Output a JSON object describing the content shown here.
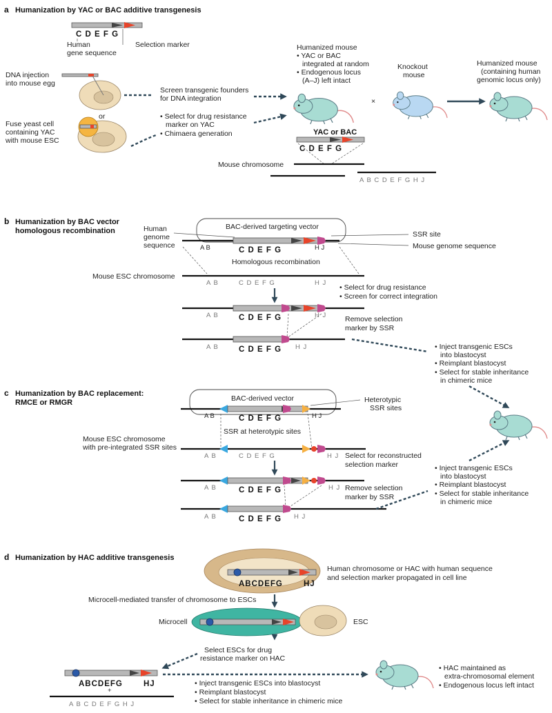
{
  "panel_a": {
    "letter": "a",
    "title": "Humanization by YAC or BAC additive transgenesis",
    "gene_letters": "C D E F G",
    "human_gene_label_1": "Human",
    "human_gene_label_2": "gene sequence",
    "selection_marker": "Selection marker",
    "dna_injection_1": "DNA injection",
    "dna_injection_2": "into mouse egg",
    "or": "or",
    "fuse_1": "Fuse yeast cell",
    "fuse_2": "containing YAC",
    "fuse_3": "with mouse ESC",
    "screen_1": "Screen transgenic founders",
    "screen_2": "for DNA integration",
    "select_1": "• Select for drug resistance",
    "select_2": "marker on YAC",
    "select_3": "• Chimaera generation",
    "hm_title": "Humanized mouse",
    "hm_b1": "• YAC or BAC",
    "hm_b2": "integrated at random",
    "hm_b3": "• Endogenous locus",
    "hm_b4": "(A–J) left intact",
    "knockout_1": "Knockout",
    "knockout_2": "mouse",
    "cross": "×",
    "final_1": "Humanized mouse",
    "final_2": "(containing human",
    "final_3": "genomic locus only)",
    "yac_bac": "YAC or BAC",
    "mouse_chromosome": "Mouse chromosome",
    "endogenous_letters": "A B C D E F G H J"
  },
  "panel_b": {
    "letter": "b",
    "title_1": "Humanization by BAC vector",
    "title_2": "homologous recombination",
    "vector_label": "BAC-derived targeting vector",
    "human_1": "Human",
    "human_2": "genome",
    "human_3": "sequence",
    "ssr_site": "SSR site",
    "mouse_genome": "Mouse genome sequence",
    "homologous": "Homologous recombination",
    "esc_chromosome": "Mouse ESC chromosome",
    "select_drug": "• Select for drug resistance",
    "screen_correct": "• Screen for correct integration",
    "remove_1": "Remove selection",
    "remove_2": "marker by SSR",
    "ab": "A B",
    "hj": "H J",
    "cdefg_bold": "C D E F G",
    "cdefg_grey": "C D E F G"
  },
  "inject_block": {
    "b1": "• Inject transgenic ESCs",
    "b2": "into blastocyst",
    "b3": "• Reimplant blastocyst",
    "b4": "• Select for stable inheritance",
    "b5": "in chimeric mice"
  },
  "panel_c": {
    "letter": "c",
    "title_1": "Humanization by BAC replacement:",
    "title_2": "RMCE or RMGR",
    "vector_label": "BAC-derived vector",
    "hetero_1": "Heterotypic",
    "hetero_2": "SSR sites",
    "ssr_hetero": "SSR at heterotypic sites",
    "esc_1": "Mouse ESC chromosome",
    "esc_2": "with pre-integrated SSR sites",
    "recon_1": "Select for reconstructed",
    "recon_2": "selection marker",
    "remove_1": "Remove selection",
    "remove_2": "marker by SSR"
  },
  "panel_d": {
    "letter": "d",
    "title": "Humanization by HAC additive transgenesis",
    "hac_letters_1": "ABCDEFG",
    "hac_letters_2": "HJ",
    "hac_desc_1": "Human chromosome or HAC with human sequence",
    "hac_desc_2": "and selection marker propagated in cell line",
    "microcell_transfer": "Microcell-mediated transfer of chromosome to ESCs",
    "microcell": "Microcell",
    "esc": "ESC",
    "select_esc_1": "Select ESCs for drug",
    "select_esc_2": "resistance marker on HAC",
    "plus": "+",
    "endogenous": "A B C D E F G H J",
    "inject_1": "• Inject transgenic ESCs into blastocyst",
    "inject_2": "• Reimplant blastocyst",
    "inject_3": "• Select for stable inheritance in chimeric mice",
    "hac_maint_1": "• HAC maintained as",
    "hac_maint_2": "extra-chromosomal element",
    "hac_maint_3": "• Endogenous locus left intact"
  },
  "colors": {
    "mouse_green": "#a8dcd3",
    "mouse_blue": "#b9d8f2",
    "marker_red": "#e8442a",
    "ssr_magenta": "#c04a8e",
    "ssr_blue": "#3aa8e0",
    "ssr_orange": "#f6b042",
    "cell_tan": "#efdcb8",
    "microcell_teal": "#3fb5a2",
    "arrow_dark": "#2f4858"
  }
}
